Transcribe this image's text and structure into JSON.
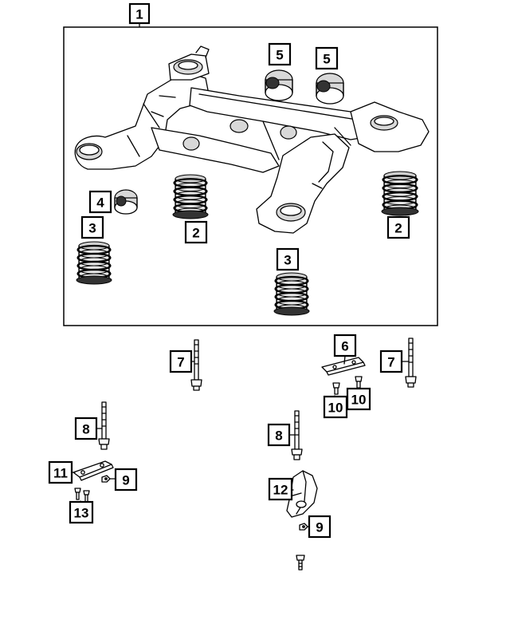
{
  "colors": {
    "line": "#000000",
    "background": "#ffffff",
    "shade": "#d8d8d8"
  },
  "callouts": [
    {
      "id": "c1",
      "label": "1"
    },
    {
      "id": "c5a",
      "label": "5"
    },
    {
      "id": "c5b",
      "label": "5"
    },
    {
      "id": "c4",
      "label": "4"
    },
    {
      "id": "c2a",
      "label": "2"
    },
    {
      "id": "c2b",
      "label": "2"
    },
    {
      "id": "c3a",
      "label": "3"
    },
    {
      "id": "c3b",
      "label": "3"
    },
    {
      "id": "c7a",
      "label": "7"
    },
    {
      "id": "c6",
      "label": "6"
    },
    {
      "id": "c7b",
      "label": "7"
    },
    {
      "id": "c10a",
      "label": "10"
    },
    {
      "id": "c10b",
      "label": "10"
    },
    {
      "id": "c8a",
      "label": "8"
    },
    {
      "id": "c8b",
      "label": "8"
    },
    {
      "id": "c11",
      "label": "11"
    },
    {
      "id": "c9a",
      "label": "9"
    },
    {
      "id": "c12",
      "label": "12"
    },
    {
      "id": "c13",
      "label": "13"
    },
    {
      "id": "c9b",
      "label": "9"
    }
  ]
}
